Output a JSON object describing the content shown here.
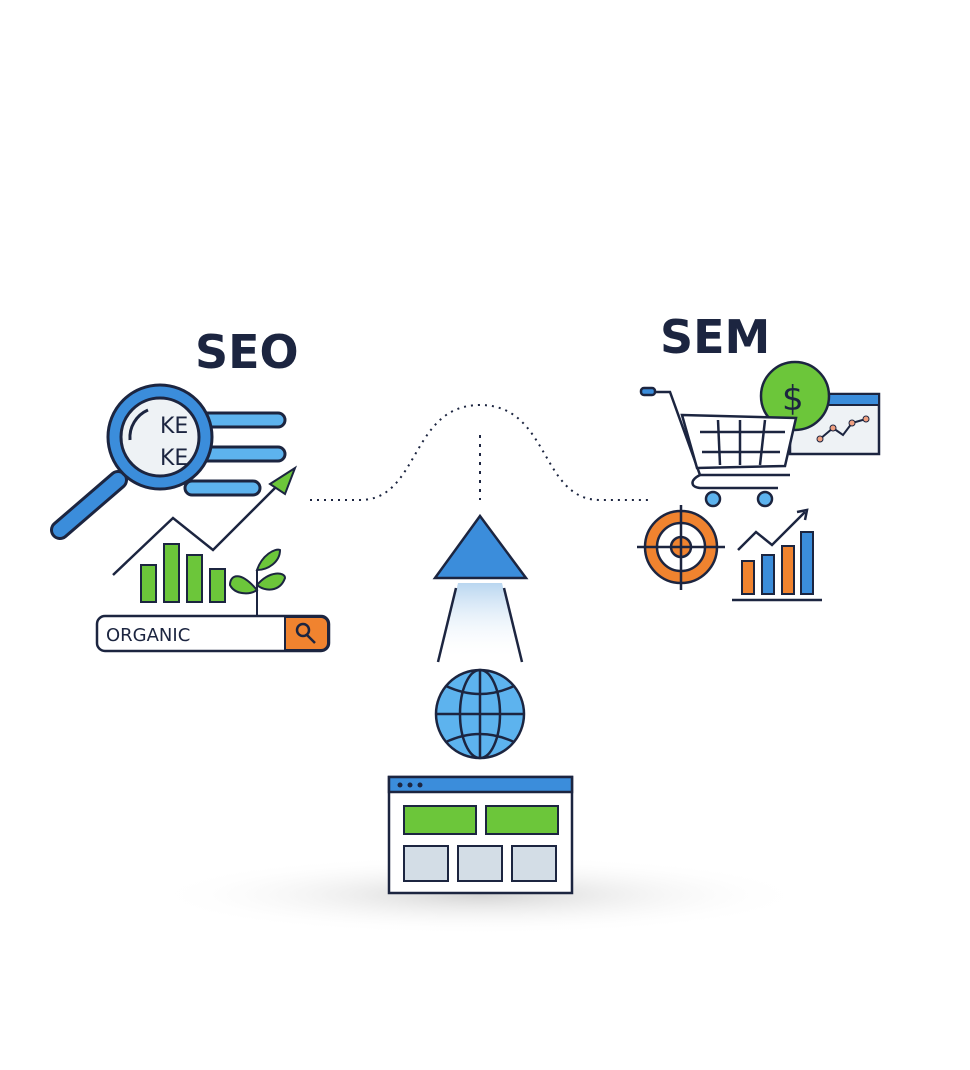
{
  "seo": {
    "title": "SEO",
    "keyword_1": "KE",
    "keyword_2": "KE",
    "search_text": "ORGANIC"
  },
  "sem": {
    "title": "SEM",
    "coin_symbol": "$"
  },
  "colors": {
    "ink": "#1c2540",
    "blue": "#3b8ddb",
    "light_blue": "#5db3ee",
    "green": "#6cc63a",
    "orange": "#f0832f",
    "panel_gray": "#d3dde6"
  },
  "icons": [
    "magnifier-icon",
    "growth-chart-icon",
    "sprout-icon",
    "search-icon",
    "shopping-cart-icon",
    "dollar-coin-icon",
    "analytics-window-icon",
    "target-icon",
    "bar-chart-icon",
    "arrow-up-icon",
    "globe-icon",
    "website-icon"
  ]
}
